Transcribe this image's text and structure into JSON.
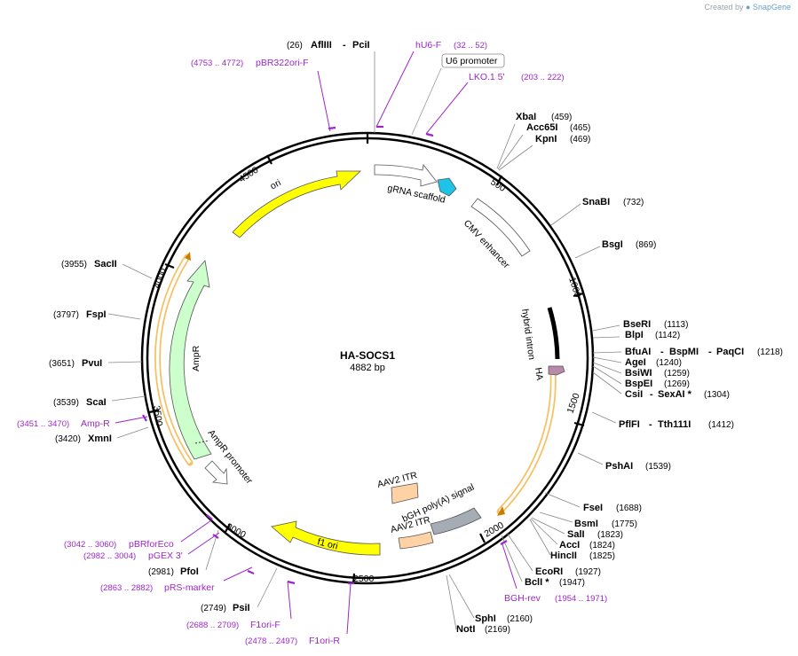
{
  "credit": {
    "prefix": "Created by",
    "brand": "SnapGene"
  },
  "plasmid": {
    "name": "HA-SOCS1",
    "size": "4882 bp"
  },
  "ticks": [
    "500",
    "1000",
    "1500",
    "2000",
    "2500",
    "3000",
    "3500",
    "4000",
    "4500"
  ],
  "enzymes": [
    {
      "name": "AflIII",
      "name2": "PciI",
      "pos": "(26)"
    },
    {
      "name": "XbaI",
      "pos": "(459)"
    },
    {
      "name": "Acc65I",
      "pos": "(465)"
    },
    {
      "name": "KpnI",
      "pos": "(469)"
    },
    {
      "name": "SnaBI",
      "pos": "(732)"
    },
    {
      "name": "BsgI",
      "pos": "(869)"
    },
    {
      "name": "BseRI",
      "pos": "(1113)"
    },
    {
      "name": "BlpI",
      "pos": "(1142)"
    },
    {
      "name": "BfuAI",
      "name2": "BspMI",
      "name3": "PaqCI",
      "pos": "(1218)"
    },
    {
      "name": "AgeI",
      "pos": "(1240)"
    },
    {
      "name": "BsiWI",
      "pos": "(1259)"
    },
    {
      "name": "BspEI",
      "pos": "(1269)"
    },
    {
      "name": "CsiI",
      "name2": "SexAI *",
      "pos": "(1304)"
    },
    {
      "name": "PflFI",
      "name2": "Tth111I",
      "pos": "(1412)"
    },
    {
      "name": "PshAI",
      "pos": "(1539)"
    },
    {
      "name": "FseI",
      "pos": "(1688)"
    },
    {
      "name": "BsmI",
      "pos": "(1775)"
    },
    {
      "name": "SalI",
      "pos": "(1823)"
    },
    {
      "name": "AccI",
      "pos": "(1824)"
    },
    {
      "name": "HincII",
      "pos": "(1825)"
    },
    {
      "name": "EcoRI",
      "pos": "(1927)"
    },
    {
      "name": "BclI *",
      "pos": "(1947)"
    },
    {
      "name": "SphI",
      "pos": "(2160)"
    },
    {
      "name": "NotI",
      "pos": "(2169)"
    },
    {
      "name": "PsiI",
      "pos": "(2749)"
    },
    {
      "name": "PfoI",
      "pos": "(2981)"
    },
    {
      "name": "XmnI",
      "pos": "(3420)"
    },
    {
      "name": "ScaI",
      "pos": "(3539)"
    },
    {
      "name": "PvuI",
      "pos": "(3651)"
    },
    {
      "name": "FspI",
      "pos": "(3797)"
    },
    {
      "name": "SacII",
      "pos": "(3955)"
    }
  ],
  "primers": [
    {
      "name": "hU6-F",
      "range": "(32 .. 52)"
    },
    {
      "name": "LKO.1 5'",
      "range": "(203 .. 222)"
    },
    {
      "name": "pBR322ori-F",
      "range": "(4753 .. 4772)"
    },
    {
      "name": "BGH-rev",
      "range": "(1954 .. 1971)"
    },
    {
      "name": "F1ori-F",
      "range": "(2688 .. 2709)"
    },
    {
      "name": "F1ori-R",
      "range": "(2478 .. 2497)"
    },
    {
      "name": "pRS-marker",
      "range": "(2863 .. 2882)"
    },
    {
      "name": "pGEX 3'",
      "range": "(2982 .. 3004)"
    },
    {
      "name": "pBRforEco",
      "range": "(3042 .. 3060)"
    },
    {
      "name": "Amp-R",
      "range": "(3451 .. 3470)"
    }
  ],
  "features": {
    "u6_promoter": "U6 promoter",
    "grna_scaffold": "gRNA scaffold",
    "cmv_enhancer": "CMV enhancer",
    "hybrid_intron": "hybrid intron",
    "ha": "HA",
    "bgh": "bGH poly(A) signal",
    "aav2_itr_1": "AAV2 ITR",
    "aav2_itr_2": "AAV2 ITR",
    "f1_ori": "f1 ori",
    "ampr": "AmpR",
    "ampr_promoter": "AmpR promoter",
    "ori": "ori"
  },
  "colors": {
    "primer": "#9b27c9",
    "ori": "#ffff00",
    "ampr": "#ccffcc",
    "aav2_itr": "#ffd2a6",
    "bgh": "#a6acb3",
    "grna": "#20c3e8",
    "ha": "#b889a8",
    "orf_highlight": "#f6b549"
  }
}
